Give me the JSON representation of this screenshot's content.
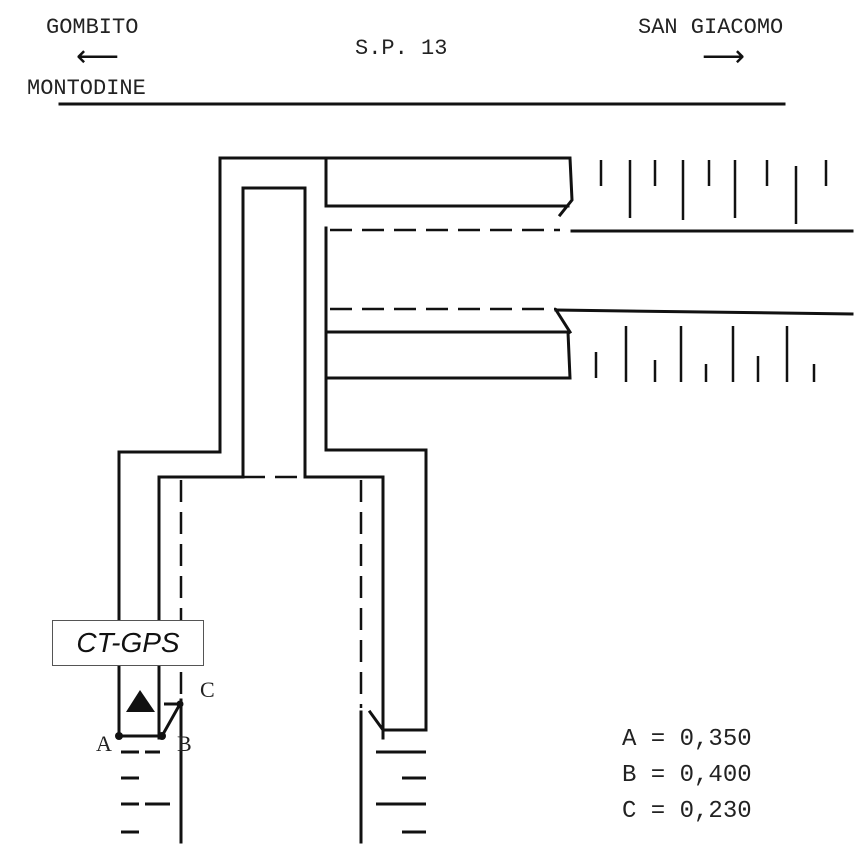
{
  "road": {
    "left_top": "GOMBITO",
    "left_bottom": "MONTODINE",
    "center": "S.P. 13",
    "right": "SAN GIACOMO",
    "left_arrow": "⟵",
    "right_arrow": "⟶"
  },
  "gps_label": "CT-GPS",
  "points": {
    "a": "A",
    "b": "B",
    "c": "C"
  },
  "legend": [
    {
      "text": "A = 0,350"
    },
    {
      "text": "B = 0,400"
    },
    {
      "text": "C = 0,230"
    }
  ],
  "colors": {
    "line": "#111111",
    "background": "#ffffff"
  }
}
